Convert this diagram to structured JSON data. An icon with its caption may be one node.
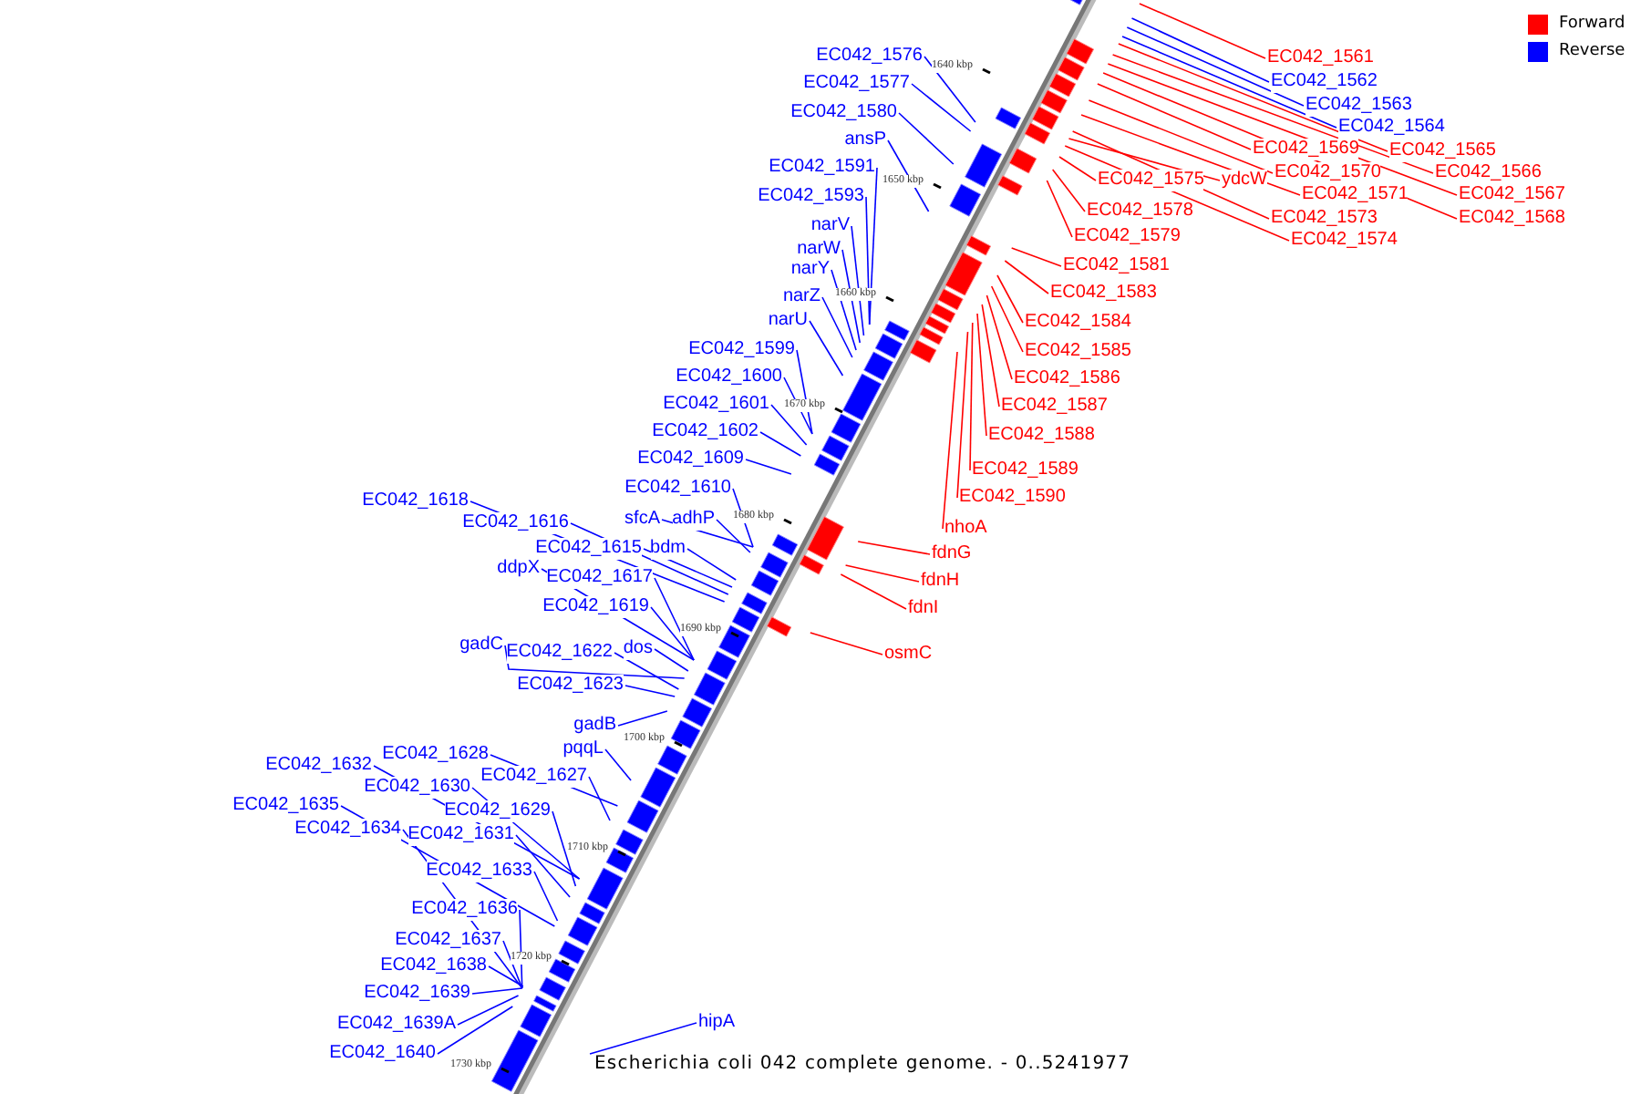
{
  "diagram": {
    "caption": "Escherichia coli 042 complete genome. - 0..5241977",
    "nodes": [
      {
        "text": [
          "EC042_1561"
        ]
      },
      {
        "text": [
          "EC042_1562"
        ]
      },
      {
        "text": [
          "EC042_1563"
        ]
      },
      {
        "text": [
          "EC042_1564"
        ]
      },
      {
        "text": [
          "EC042_1565"
        ]
      },
      {
        "text": [
          "EC042_1566"
        ]
      },
      {
        "text": [
          "EC042_1567"
        ]
      },
      {
        "text": [
          "EC042_1568"
        ]
      },
      {
        "text": [
          "EC042_1569"
        ]
      },
      {
        "text": [
          "EC042_1570"
        ]
      },
      {
        "text": [
          "EC042_1571"
        ]
      },
      {
        "text": [
          "EC042_1573"
        ]
      },
      {
        "text": [
          "EC042_1574"
        ]
      },
      {
        "text": [
          "ydcW"
        ]
      },
      {
        "text": [
          "EC042_1575"
        ]
      },
      {
        "text": [
          "EC042_1578"
        ]
      },
      {
        "text": [
          "EC042_1579"
        ]
      },
      {
        "text": [
          "EC042_1581"
        ]
      },
      {
        "text": [
          "EC042_1583"
        ]
      },
      {
        "text": [
          "EC042_1584"
        ]
      },
      {
        "text": [
          "EC042_1585"
        ]
      },
      {
        "text": [
          "EC042_1586"
        ]
      },
      {
        "text": [
          "EC042_1587"
        ]
      },
      {
        "text": [
          "EC042_1588"
        ]
      },
      {
        "text": [
          "EC042_1589"
        ]
      },
      {
        "text": [
          "EC042_1590"
        ]
      },
      {
        "text": [
          "nhoA"
        ]
      },
      {
        "text": [
          "fdnG"
        ]
      },
      {
        "text": [
          "fdnH"
        ]
      },
      {
        "text": [
          "fdnI"
        ]
      },
      {
        "text": [
          "osmC"
        ]
      },
      {
        "text": [
          "EC042_1576"
        ]
      },
      {
        "text": [
          "EC042_1577"
        ]
      },
      {
        "text": [
          "EC042_1580"
        ]
      },
      {
        "text": [
          "ansP"
        ]
      },
      {
        "text": [
          "EC042_1591"
        ]
      },
      {
        "text": [
          "EC042_1593"
        ]
      },
      {
        "text": [
          "narV"
        ]
      },
      {
        "text": [
          "narW"
        ]
      },
      {
        "text": [
          "narY"
        ]
      },
      {
        "text": [
          "narZ"
        ]
      },
      {
        "text": [
          "narU"
        ]
      },
      {
        "text": [
          "EC042_1599"
        ]
      },
      {
        "text": [
          "EC042_1600"
        ]
      },
      {
        "text": [
          "EC042_1601"
        ]
      },
      {
        "text": [
          "EC042_1602"
        ]
      },
      {
        "text": [
          "EC042_1609"
        ]
      },
      {
        "text": [
          "EC042_1610"
        ]
      },
      {
        "text": [
          "sfcA"
        ]
      },
      {
        "text": [
          "adhP"
        ]
      },
      {
        "text": [
          "EC042_1618"
        ]
      },
      {
        "text": [
          "EC042_1616"
        ]
      },
      {
        "text": [
          "EC042_1615"
        ]
      },
      {
        "text": [
          "bdm"
        ]
      },
      {
        "text": [
          "ddpX"
        ]
      },
      {
        "text": [
          "EC042_1617"
        ]
      },
      {
        "text": [
          "EC042_1619"
        ]
      },
      {
        "text": [
          "gadC"
        ]
      },
      {
        "text": [
          "EC042_1622"
        ]
      },
      {
        "text": [
          "dos"
        ]
      },
      {
        "text": [
          "EC042_1623"
        ]
      },
      {
        "text": [
          "gadB"
        ]
      },
      {
        "text": [
          "pqqL"
        ]
      },
      {
        "text": [
          "EC042_1628"
        ]
      },
      {
        "text": [
          "EC042_1627"
        ]
      },
      {
        "text": [
          "EC042_1632"
        ]
      },
      {
        "text": [
          "EC042_1630"
        ]
      },
      {
        "text": [
          "EC042_1629"
        ]
      },
      {
        "text": [
          "EC042_1635"
        ]
      },
      {
        "text": [
          "EC042_1634"
        ]
      },
      {
        "text": [
          "EC042_1631"
        ]
      },
      {
        "text": [
          "EC042_1633"
        ]
      },
      {
        "text": [
          "EC042_1636"
        ]
      },
      {
        "text": [
          "EC042_1637"
        ]
      },
      {
        "text": [
          "EC042_1638"
        ]
      },
      {
        "text": [
          "EC042_1639"
        ]
      },
      {
        "text": [
          "EC042_1639A"
        ]
      },
      {
        "text": [
          "EC042_1640"
        ]
      },
      {
        "text": [
          "hipA"
        ]
      }
    ],
    "edges": [
      {
        "from": 0,
        "to": null,
        "arrow": "none",
        "color": "#ff0000"
      },
      {
        "from": 1,
        "to": null,
        "arrow": "none"
      },
      {
        "from": 2,
        "to": null,
        "arrow": "none"
      },
      {
        "from": 3,
        "to": null,
        "arrow": "none"
      },
      {
        "from": 4,
        "to": null,
        "arrow": "none",
        "color": "#ff0000"
      },
      {
        "from": 5,
        "to": null,
        "arrow": "none",
        "color": "#ff0000"
      },
      {
        "from": 6,
        "to": null,
        "arrow": "none",
        "color": "#ff0000"
      },
      {
        "from": 7,
        "to": null,
        "arrow": "none",
        "color": "#ff0000"
      },
      {
        "from": 8,
        "to": null,
        "arrow": "none",
        "color": "#ff0000"
      },
      {
        "from": 9,
        "to": null,
        "arrow": "none",
        "color": "#ff0000"
      },
      {
        "from": 10,
        "to": null,
        "arrow": "none",
        "color": "#ff0000"
      },
      {
        "from": 11,
        "to": null,
        "arrow": "none",
        "color": "#ff0000"
      },
      {
        "from": 12,
        "to": null,
        "arrow": "none",
        "color": "#ff0000"
      },
      {
        "from": 13,
        "to": null,
        "arrow": "none",
        "color": "#ff0000"
      },
      {
        "from": 14,
        "to": null,
        "arrow": "none",
        "color": "#ff0000"
      },
      {
        "from": 15,
        "to": null,
        "arrow": "none",
        "color": "#ff0000"
      },
      {
        "from": 16,
        "to": null,
        "arrow": "none",
        "color": "#ff0000"
      },
      {
        "from": 17,
        "to": null,
        "arrow": "none",
        "color": "#ff0000"
      },
      {
        "from": 18,
        "to": null,
        "arrow": "none",
        "color": "#ff0000"
      },
      {
        "from": 19,
        "to": null,
        "arrow": "none",
        "color": "#ff0000"
      },
      {
        "from": 20,
        "to": null,
        "arrow": "none",
        "color": "#ff0000"
      },
      {
        "from": 21,
        "to": null,
        "arrow": "none",
        "color": "#ff0000"
      },
      {
        "from": 22,
        "to": null,
        "arrow": "none",
        "color": "#ff0000"
      },
      {
        "from": 23,
        "to": null,
        "arrow": "none",
        "color": "#ff0000"
      },
      {
        "from": 24,
        "to": null,
        "arrow": "none",
        "color": "#ff0000"
      },
      {
        "from": 25,
        "to": null,
        "arrow": "none",
        "color": "#ff0000"
      },
      {
        "from": 26,
        "to": null,
        "arrow": "none",
        "color": "#ff0000"
      },
      {
        "from": 27,
        "to": null,
        "arrow": "none",
        "color": "#ff0000"
      },
      {
        "from": 28,
        "to": null,
        "arrow": "none",
        "color": "#ff0000"
      },
      {
        "from": 29,
        "to": null,
        "arrow": "none",
        "color": "#ff0000"
      },
      {
        "from": 30,
        "to": null,
        "arrow": "none",
        "color": "#ff0000"
      },
      {
        "from": 31,
        "to": null,
        "arrow": "none"
      },
      {
        "from": 32,
        "to": null,
        "arrow": "none"
      },
      {
        "from": 33,
        "to": null,
        "arrow": "none"
      },
      {
        "from": 34,
        "to": null,
        "arrow": "none"
      },
      {
        "from": 35,
        "to": null,
        "arrow": "none"
      },
      {
        "from": 36,
        "to": null,
        "arrow": "none"
      },
      {
        "from": 37,
        "to": null,
        "arrow": "none"
      },
      {
        "from": 38,
        "to": null,
        "arrow": "none"
      },
      {
        "from": 39,
        "to": null,
        "arrow": "none"
      },
      {
        "from": 40,
        "to": null,
        "arrow": "none"
      },
      {
        "from": 41,
        "to": null,
        "arrow": "none"
      },
      {
        "from": 42,
        "to": null,
        "arrow": "none"
      },
      {
        "from": 43,
        "to": null,
        "arrow": "none"
      },
      {
        "from": 44,
        "to": null,
        "arrow": "none"
      },
      {
        "from": 45,
        "to": null,
        "arrow": "none"
      },
      {
        "from": 46,
        "to": null,
        "arrow": "none"
      },
      {
        "from": 47,
        "to": null,
        "arrow": "none"
      },
      {
        "from": 48,
        "to": null,
        "arrow": "none"
      },
      {
        "from": 49,
        "to": null,
        "arrow": "none"
      },
      {
        "from": 50,
        "to": null,
        "arrow": "none"
      },
      {
        "from": 51,
        "to": null,
        "arrow": "none"
      },
      {
        "from": 52,
        "to": null,
        "arrow": "none"
      },
      {
        "from": 53,
        "to": null,
        "arrow": "none"
      },
      {
        "from": 54,
        "to": null,
        "arrow": "none"
      },
      {
        "from": 55,
        "to": null,
        "arrow": "none"
      },
      {
        "from": 56,
        "to": null,
        "arrow": "none"
      },
      {
        "from": 57,
        "to": null,
        "arrow": "none"
      },
      {
        "from": 58,
        "to": null,
        "arrow": "none"
      },
      {
        "from": 59,
        "to": null,
        "arrow": "none"
      },
      {
        "from": 60,
        "to": null,
        "arrow": "none"
      },
      {
        "from": 61,
        "to": null,
        "arrow": "none"
      },
      {
        "from": 62,
        "to": null,
        "arrow": "none"
      },
      {
        "from": 63,
        "to": null,
        "arrow": "none"
      },
      {
        "from": 64,
        "to": null,
        "arrow": "none"
      },
      {
        "from": 65,
        "to": null,
        "arrow": "none"
      },
      {
        "from": 66,
        "to": null,
        "arrow": "none"
      },
      {
        "from": 67,
        "to": null,
        "arrow": "none"
      },
      {
        "from": 68,
        "to": null,
        "arrow": "none"
      },
      {
        "from": 69,
        "to": null,
        "arrow": "none"
      },
      {
        "from": 70,
        "to": null,
        "arrow": "none"
      },
      {
        "from": 71,
        "to": null,
        "arrow": "none"
      },
      {
        "from": 72,
        "to": null,
        "arrow": "none"
      },
      {
        "from": 73,
        "to": null,
        "arrow": "none"
      },
      {
        "from": 74,
        "to": null,
        "arrow": "none"
      },
      {
        "from": 75,
        "to": null,
        "arrow": "none"
      },
      {
        "from": 76,
        "to": null,
        "arrow": "none"
      },
      {
        "from": 77,
        "to": null,
        "arrow": "none"
      },
      {
        "from": 78,
        "to": null,
        "arrow": "none"
      }
    ],
    "labels": [
      "1640 kbp",
      "1650 kbp",
      "1660 kbp",
      "1670 kbp",
      "1680 kbp",
      "1690 kbp",
      "1700 kbp",
      "1710 kbp",
      "1720 kbp",
      "1730 kbp"
    ],
    "legend": [
      {
        "text": "Forward",
        "color": "#ff0000"
      },
      {
        "text": "Reverse",
        "color": "#0000ff"
      }
    ]
  }
}
